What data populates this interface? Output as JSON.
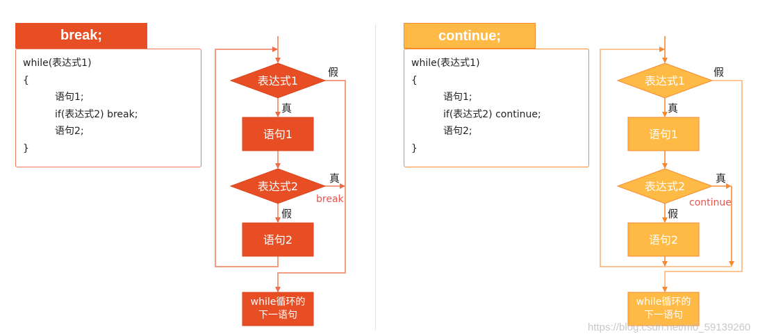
{
  "colors": {
    "break_fill": "#E84E24",
    "break_line": "#F39B82",
    "continue_fill": "#FFBA45",
    "continue_line": "#F58A30",
    "label_red": "#E8544C"
  },
  "break_panel": {
    "title": "break;",
    "code": [
      "while(表达式1)",
      "{",
      "语句1;",
      "if(表达式2) break;",
      "语句2;",
      "}"
    ],
    "flow": {
      "cond1": "表达式1",
      "false1": "假",
      "true1": "真",
      "stmt1": "语句1",
      "cond2": "表达式2",
      "true2": "真",
      "jump": "break",
      "false2": "假",
      "stmt2": "语句2",
      "next_line1": "while循环的",
      "next_line2": "下一语句"
    }
  },
  "continue_panel": {
    "title": "continue;",
    "code": [
      "while(表达式1)",
      "{",
      "语句1;",
      "if(表达式2) continue;",
      "语句2;",
      "}"
    ],
    "flow": {
      "cond1": "表达式1",
      "false1": "假",
      "true1": "真",
      "stmt1": "语句1",
      "cond2": "表达式2",
      "true2": "真",
      "jump": "continue",
      "false2": "假",
      "stmt2": "语句2",
      "next_line1": "while循环的",
      "next_line2": "下一语句"
    }
  },
  "watermark": "https://blog.csdn.net/m0_59139260"
}
